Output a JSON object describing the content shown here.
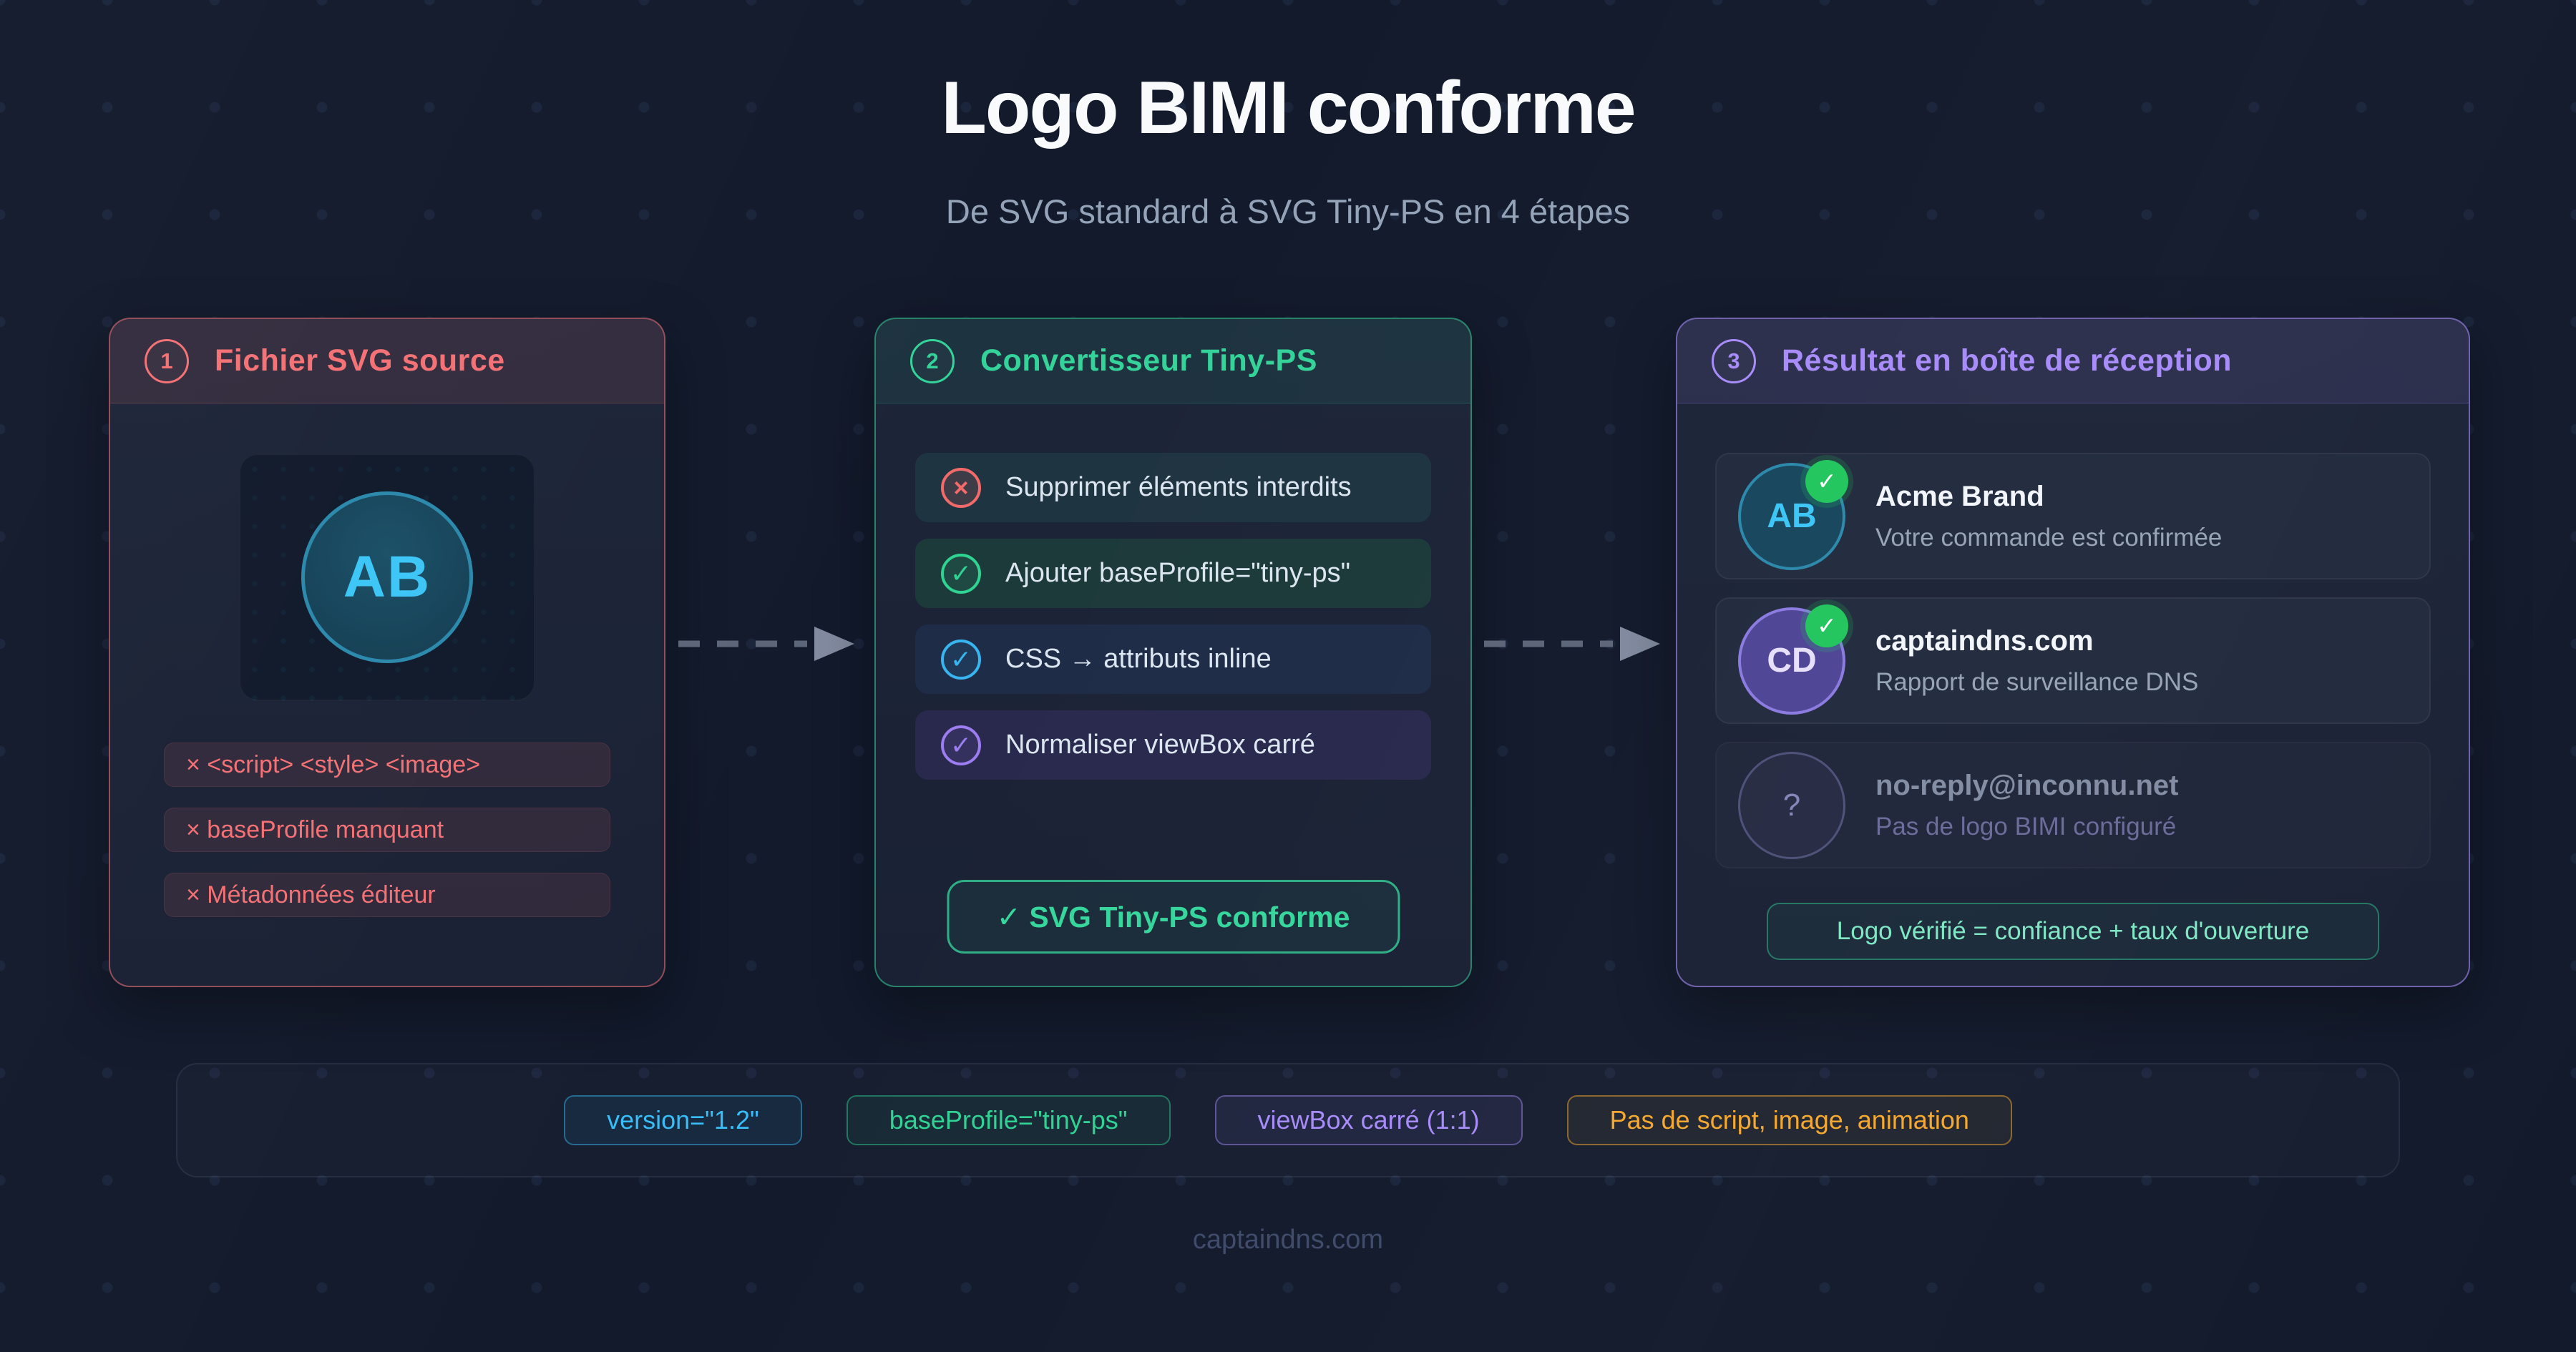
{
  "page": {
    "title": "Logo BIMI conforme",
    "subtitle": "De SVG standard à SVG Tiny-PS en 4 étapes",
    "footer": "captaindns.com"
  },
  "icons": {
    "cross": "×",
    "check": "✓"
  },
  "card1": {
    "number": "1",
    "title": "Fichier SVG source",
    "logo_text": "AB",
    "errors": [
      "× <script> <style> <image>",
      "× baseProfile manquant",
      "× Métadonnées éditeur"
    ]
  },
  "card2": {
    "number": "2",
    "title": "Convertisseur Tiny-PS",
    "steps": [
      {
        "label": "Supprimer éléments interdits"
      },
      {
        "label": "Ajouter baseProfile=\"tiny-ps\""
      },
      {
        "label": "CSS → attributs inline"
      },
      {
        "label": "Normaliser viewBox carré"
      }
    ],
    "button": "✓ SVG Tiny-PS conforme"
  },
  "card3": {
    "number": "3",
    "title": "Résultat en boîte de réception",
    "emails": [
      {
        "avatar": "AB",
        "sender": "Acme Brand",
        "subject": "Votre commande est confirmée"
      },
      {
        "avatar": "CD",
        "sender": "captaindns.com",
        "subject": "Rapport de surveillance DNS"
      },
      {
        "avatar": "?",
        "sender": "no-reply@inconnu.net",
        "subject": "Pas de logo BIMI configuré"
      }
    ],
    "footnote": "Logo vérifié = confiance + taux d'ouverture"
  },
  "badges": [
    {
      "label": "version=\"1.2\"",
      "color": "#38bdf8"
    },
    {
      "label": "baseProfile=\"tiny-ps\"",
      "color": "#30d394"
    },
    {
      "label": "viewBox carré (1:1)",
      "color": "#a78bfa"
    },
    {
      "label": "Pas de script, image, animation",
      "color": "#f6a82e"
    }
  ],
  "colors": {
    "background": "#121a2c",
    "red": "#f47174",
    "green": "#34d399",
    "cyan": "#38bdf8",
    "purple": "#a78bfa",
    "orange": "#f6a82e"
  }
}
